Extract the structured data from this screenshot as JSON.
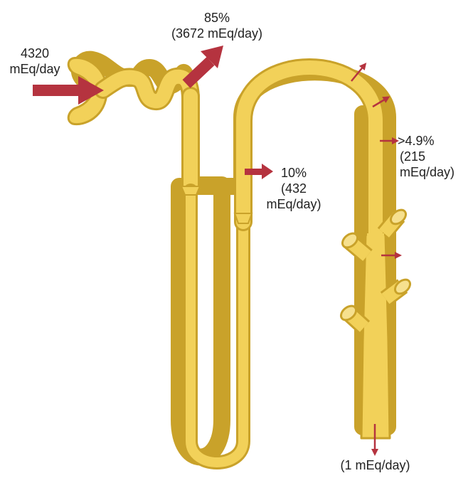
{
  "colors": {
    "tubule_fill": "#f2d159",
    "tubule_outline": "#c9a22a",
    "lumen_outline": "#b89424",
    "arrow": "#b5333f",
    "text": "#222222"
  },
  "labels": {
    "filtered_load": {
      "line1": "4320",
      "line2": "mEq/day"
    },
    "proximal_reabsorption": {
      "line1": "85%",
      "line2": "(3672 mEq/day)"
    },
    "loop_reabsorption": {
      "line1": "10%",
      "line2": "(432",
      "line3": "mEq/day)"
    },
    "distal_reabsorption": {
      "line1": ">4.9%",
      "line2": "(215",
      "line3": "mEq/day)"
    },
    "excretion": {
      "line1": "(1 mEq/day)"
    }
  }
}
